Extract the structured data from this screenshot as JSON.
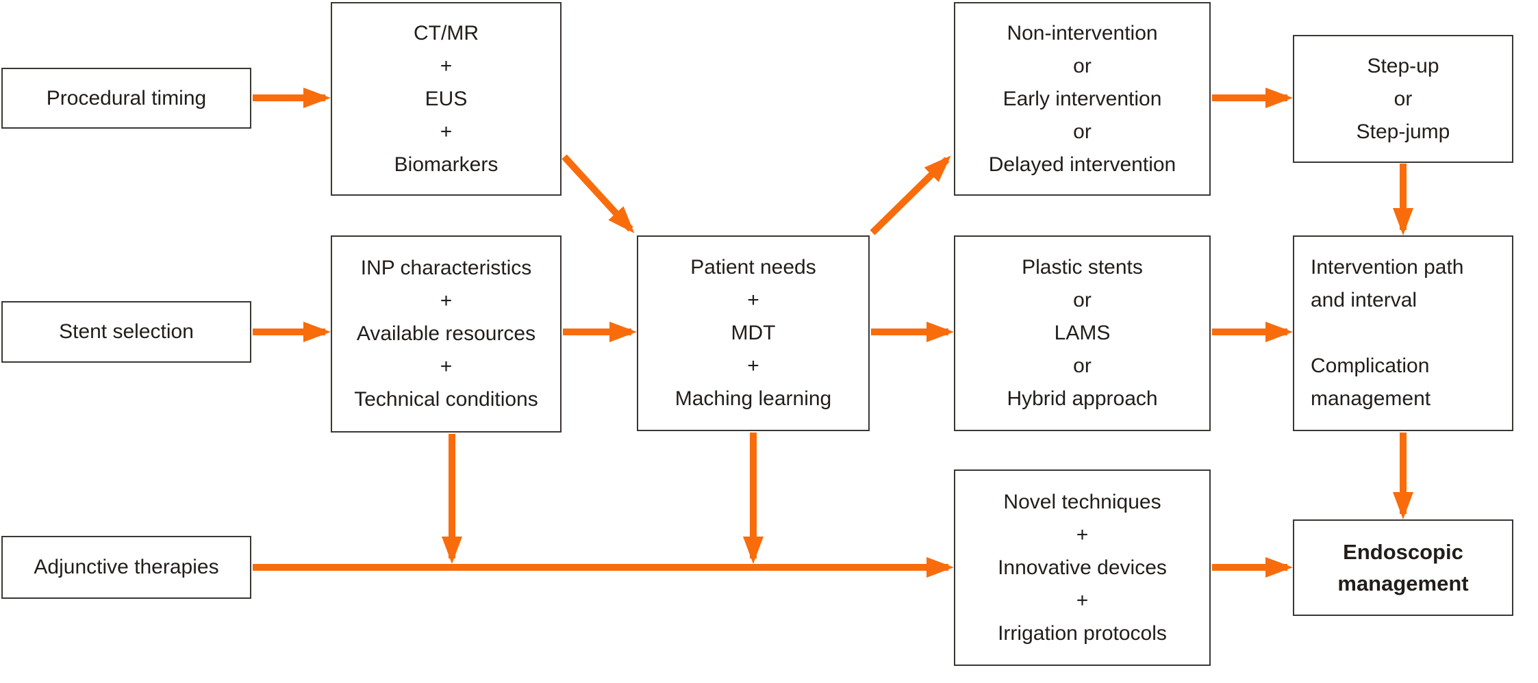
{
  "diagram": {
    "accent_color": "#F96C0B",
    "border_color": "#3A3632",
    "text_color": "#221D1A",
    "background_color": "#FFFFFF",
    "nodes": {
      "procedural_timing": {
        "lines": [
          "Procedural timing"
        ]
      },
      "imaging_biomarkers": {
        "lines": [
          "CT/MR",
          "+",
          "EUS",
          "+",
          "Biomarkers"
        ]
      },
      "intervention_options": {
        "lines": [
          "Non-intervention",
          "or",
          "Early intervention",
          "or",
          "Delayed intervention"
        ]
      },
      "step_up_or_jump": {
        "lines": [
          "Step-up",
          "or",
          "Step-jump"
        ]
      },
      "stent_selection": {
        "lines": [
          "Stent selection"
        ]
      },
      "stent_decision_factors": {
        "lines": [
          "INP characteristics",
          "+",
          "Available resources",
          "+",
          "Technical conditions"
        ]
      },
      "decision_support": {
        "lines": [
          "Patient needs",
          "+",
          "MDT",
          "+",
          "Maching learning"
        ]
      },
      "stent_options": {
        "lines": [
          "Plastic stents",
          "or",
          "LAMS",
          "or",
          "Hybrid approach"
        ]
      },
      "intervention_path": {
        "lines": [
          "Intervention path",
          "and interval",
          "",
          "Complication",
          "management"
        ]
      },
      "adjunctive_therapies": {
        "lines": [
          "Adjunctive therapies"
        ]
      },
      "adjunctive_options": {
        "lines": [
          "Novel techniques",
          "+",
          "Innovative devices",
          "+",
          "Irrigation protocols"
        ]
      },
      "endoscopic_management": {
        "lines": [
          "Endoscopic",
          "management"
        ]
      }
    },
    "connections": [
      {
        "from": "procedural_timing",
        "to": "imaging_biomarkers"
      },
      {
        "from": "imaging_biomarkers",
        "to": "decision_support"
      },
      {
        "from": "decision_support",
        "to": "intervention_options"
      },
      {
        "from": "intervention_options",
        "to": "step_up_or_jump"
      },
      {
        "from": "step_up_or_jump",
        "to": "intervention_path"
      },
      {
        "from": "stent_selection",
        "to": "stent_decision_factors"
      },
      {
        "from": "stent_decision_factors",
        "to": "decision_support"
      },
      {
        "from": "decision_support",
        "to": "stent_options"
      },
      {
        "from": "stent_options",
        "to": "intervention_path"
      },
      {
        "from": "intervention_path",
        "to": "endoscopic_management"
      },
      {
        "from": "stent_decision_factors",
        "to": "adjunctive_pathway"
      },
      {
        "from": "decision_support",
        "to": "adjunctive_pathway"
      },
      {
        "from": "adjunctive_therapies",
        "to": "adjunctive_options"
      },
      {
        "from": "adjunctive_options",
        "to": "endoscopic_management"
      }
    ]
  }
}
